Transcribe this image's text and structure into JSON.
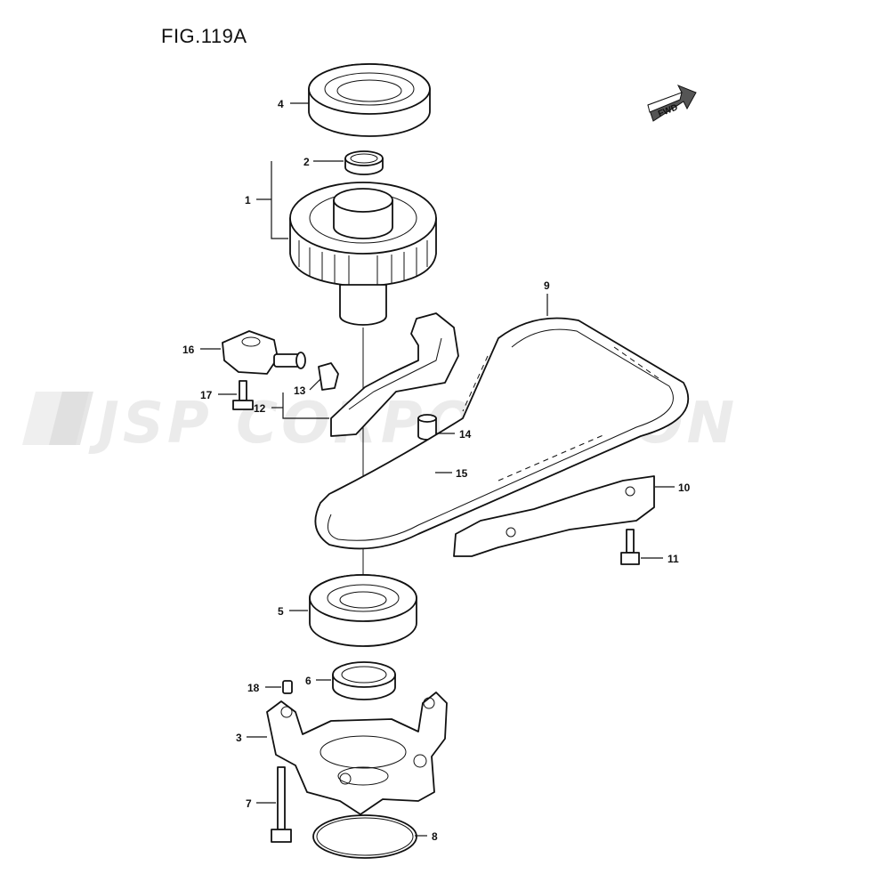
{
  "figure": {
    "title": "FIG.119A"
  },
  "direction_badge": {
    "label": "FWD"
  },
  "watermark": {
    "text": "JSP CORPORATION"
  },
  "callouts": [
    {
      "id": "4",
      "label": "4"
    },
    {
      "id": "2",
      "label": "2"
    },
    {
      "id": "1",
      "label": "1"
    },
    {
      "id": "9",
      "label": "9"
    },
    {
      "id": "16",
      "label": "16"
    },
    {
      "id": "13",
      "label": "13"
    },
    {
      "id": "17",
      "label": "17"
    },
    {
      "id": "12",
      "label": "12"
    },
    {
      "id": "14",
      "label": "14"
    },
    {
      "id": "15",
      "label": "15"
    },
    {
      "id": "10",
      "label": "10"
    },
    {
      "id": "11",
      "label": "11"
    },
    {
      "id": "5",
      "label": "5"
    },
    {
      "id": "18",
      "label": "18"
    },
    {
      "id": "6",
      "label": "6"
    },
    {
      "id": "3",
      "label": "3"
    },
    {
      "id": "7",
      "label": "7"
    },
    {
      "id": "8",
      "label": "8"
    }
  ]
}
